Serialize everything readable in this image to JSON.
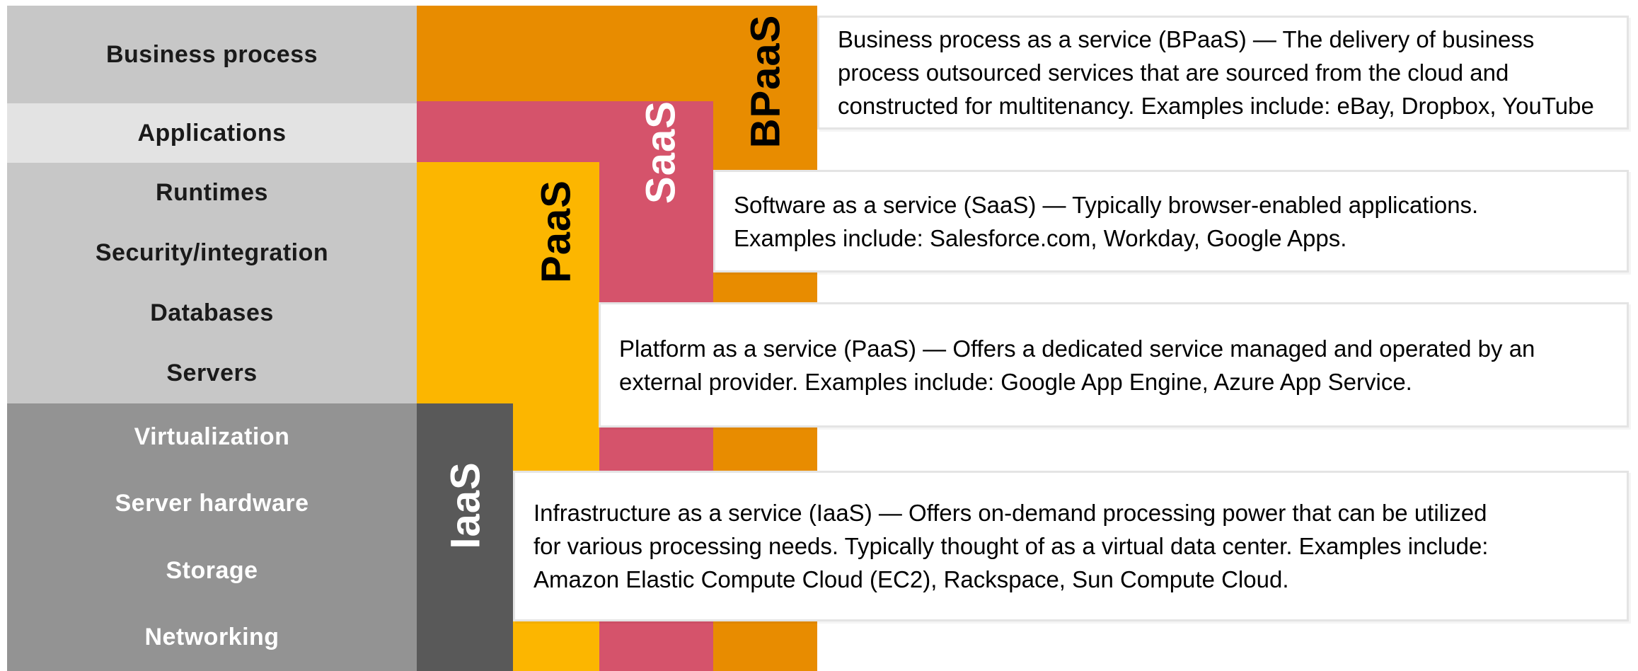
{
  "layers": [
    {
      "label": "Business process"
    },
    {
      "label": "Applications"
    },
    {
      "label": "Runtimes"
    },
    {
      "label": "Security/integration"
    },
    {
      "label": "Databases"
    },
    {
      "label": "Servers"
    },
    {
      "label": "Virtualization"
    },
    {
      "label": "Server hardware"
    },
    {
      "label": "Storage"
    },
    {
      "label": "Networking"
    }
  ],
  "services": [
    {
      "id": "bpaas",
      "vertical_label": "BPaaS",
      "color": "#e88c00",
      "label_color": "#000000",
      "description_lines": [
        "Business process as a service (BPaaS) — The delivery of business",
        "process outsourced services that are sourced from the cloud and",
        "constructed for multitenancy. Examples include: eBay, Dropbox, YouTube"
      ]
    },
    {
      "id": "saas",
      "vertical_label": "SaaS",
      "color": "#d5536b",
      "label_color": "#ffffff",
      "description_lines": [
        "Software as a service (SaaS) — Typically browser-enabled applications.",
        "Examples include: Salesforce.com, Workday, Google Apps."
      ]
    },
    {
      "id": "paas",
      "vertical_label": "PaaS",
      "color": "#fcb600",
      "label_color": "#000000",
      "description_lines": [
        "Platform as a service (PaaS) — Offers a dedicated service managed and operated by an",
        "external provider. Examples include: Google App Engine, Azure App Service."
      ]
    },
    {
      "id": "iaas",
      "vertical_label": "IaaS",
      "color": "#595959",
      "label_color": "#ffffff",
      "description_lines": [
        "Infrastructure as a service (IaaS) — Offers on-demand processing power that can be utilized",
        "for various processing needs. Typically thought of as a virtual data center. Examples include:",
        "Amazon Elastic Compute Cloud (EC2), Rackspace, Sun Compute Cloud."
      ]
    }
  ],
  "palette": {
    "layer_gray": "#c7c7c7",
    "applications_gray": "#e3e3e3",
    "infrastructure_gray": "#939393",
    "bpaas_orange": "#e88c00",
    "saas_pink": "#d5536b",
    "paas_amber": "#fcb600",
    "iaas_dark_gray": "#595959",
    "box_border": "#e4e4e4",
    "background": "#ffffff"
  }
}
